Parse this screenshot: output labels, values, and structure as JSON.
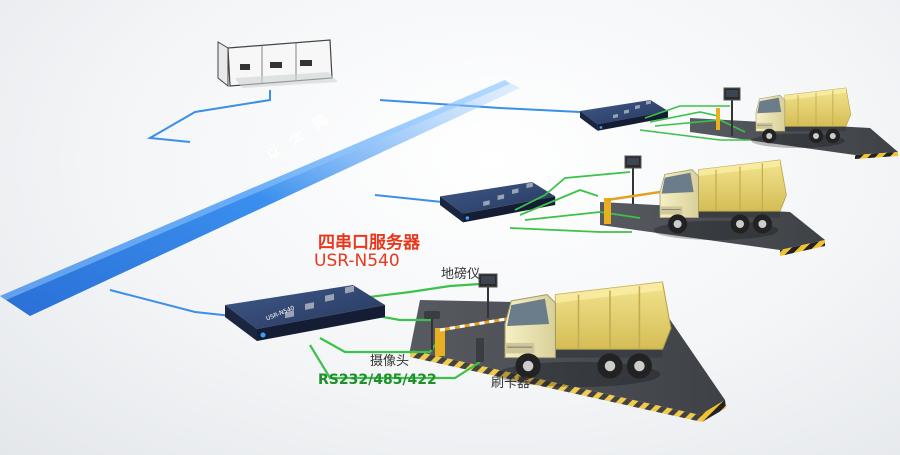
{
  "labels": {
    "device_name_cn": "四串口服务器",
    "device_model": "USR-N540",
    "weighbridge_display": "地磅仪",
    "camera": "摄像头",
    "card_reader": "刷卡器",
    "serial_interfaces": "RS232/485/422",
    "network_backbone": "以太网"
  },
  "device_panel_text": "USR-N540",
  "colors": {
    "backbone": "#2d7fe0",
    "ethernet_line": "#3b8fe8",
    "serial_line": "#3cc24a",
    "device_body": "#2a3d62",
    "truck_cargo": "#ecd87a",
    "truck_cab": "#eee6b4",
    "ramp": "#4a4e53",
    "label_red": "#e8381e",
    "label_green": "#1f8f2a"
  },
  "sites": [
    {
      "name": "weighing-station-near",
      "devices": [
        "serial-server",
        "weighbridge-display",
        "camera",
        "card-reader",
        "barrier-gate",
        "truck"
      ]
    },
    {
      "name": "weighing-station-middle",
      "devices": [
        "serial-server",
        "weighbridge-display",
        "barrier-gate",
        "truck"
      ]
    },
    {
      "name": "weighing-station-far",
      "devices": [
        "serial-server",
        "weighbridge-display",
        "truck"
      ]
    }
  ],
  "icons": [
    "monitoring-room-icon",
    "serial-server-icon",
    "truck-icon",
    "barrier-gate-icon",
    "weighbridge-display-icon",
    "camera-icon",
    "card-reader-icon"
  ]
}
